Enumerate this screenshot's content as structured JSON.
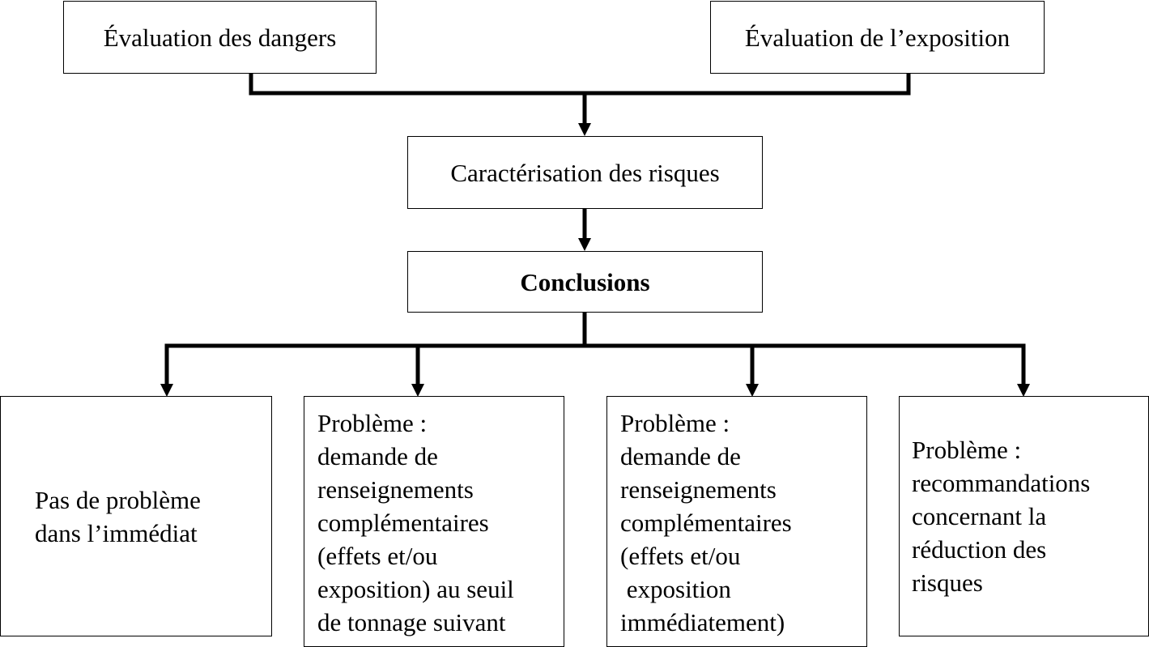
{
  "top_boxes": {
    "hazard": "Évaluation des dangers",
    "exposure": "Évaluation de l’exposition"
  },
  "risk_box": "Caractérisation des risques",
  "conclusions_box": "Conclusions",
  "outcomes": [
    {
      "lines": [
        "Pas de problème",
        "dans l’immédiat"
      ]
    },
    {
      "lines": [
        "Problème :",
        "demande de",
        "renseignements",
        "complémentaires",
        "(effets et/ou",
        "exposition) au seuil",
        "de tonnage suivant"
      ]
    },
    {
      "lines": [
        "Problème :",
        "demande de",
        "renseignements",
        "complémentaires",
        "(effets et/ou",
        " exposition",
        "immédiatement)"
      ]
    },
    {
      "lines": [
        "Problème :",
        "recommandations",
        "concernant la",
        "réduction des",
        "risques"
      ]
    }
  ]
}
